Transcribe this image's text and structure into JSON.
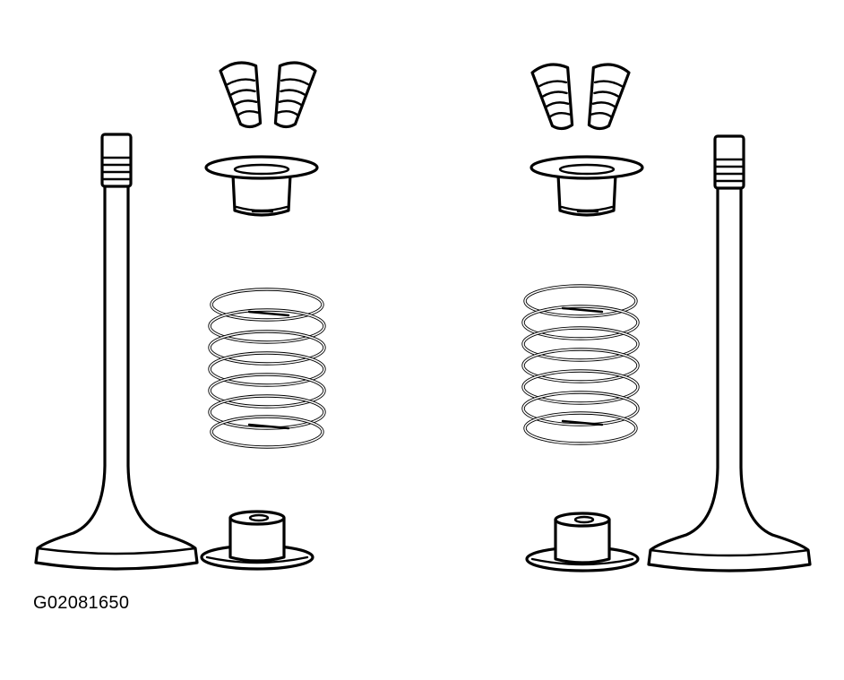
{
  "figure": {
    "id_label": "G02081650"
  },
  "assemblies": [
    {
      "id": "left",
      "parts": [
        "valve",
        "valve-keepers",
        "spring-retainer",
        "valve-spring",
        "spring-seat"
      ]
    },
    {
      "id": "right",
      "parts": [
        "valve-keepers",
        "spring-retainer",
        "valve-spring",
        "spring-seat",
        "valve"
      ]
    }
  ]
}
